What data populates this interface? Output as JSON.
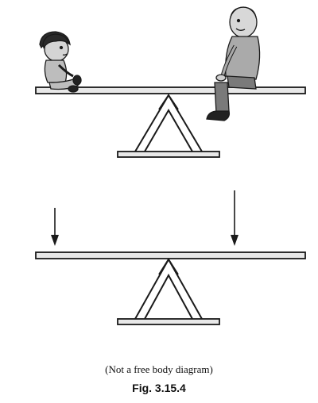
{
  "figure": {
    "note": "(Not a free body diagram)",
    "label": "Fig. 3.15.4"
  },
  "colors": {
    "ink": "#1a1a1a",
    "beam_fill": "#e8e8e8",
    "skin": "#cfcfcf",
    "shirt": "#a9a9a9"
  },
  "icons": {
    "child": "child-figure",
    "man": "elderly-man-figure",
    "fulcrum": "triangle-fulcrum",
    "force": "down-arrow"
  }
}
